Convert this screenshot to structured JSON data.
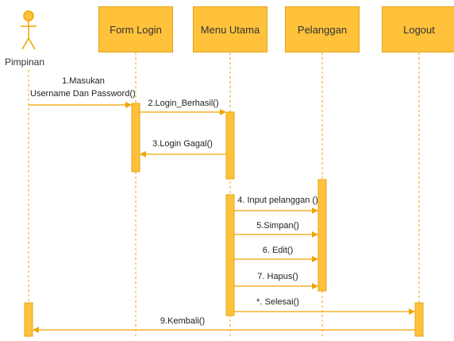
{
  "diagram": {
    "type": "sequence",
    "actor": {
      "name": "Pimpinan"
    },
    "lifelines": [
      {
        "name": "Form Login"
      },
      {
        "name": "Menu Utama"
      },
      {
        "name": "Pelanggan"
      },
      {
        "name": "Logout"
      }
    ],
    "messages": [
      {
        "line1": "1.Masukan",
        "line2": "Username Dan Password()",
        "from": "Pimpinan",
        "to": "Form Login"
      },
      {
        "label": "2.Login_Berhasil()",
        "from": "Form Login",
        "to": "Menu Utama"
      },
      {
        "label": "3.Login Gagal()",
        "from": "Menu Utama",
        "to": "Form Login"
      },
      {
        "label": "4. Input pelanggan ()",
        "from": "Menu Utama",
        "to": "Pelanggan"
      },
      {
        "label": "5.Simpan()",
        "from": "Menu Utama",
        "to": "Pelanggan"
      },
      {
        "label": "6. Edit()",
        "from": "Menu Utama",
        "to": "Pelanggan"
      },
      {
        "label": "7. Hapus()",
        "from": "Menu Utama",
        "to": "Pelanggan"
      },
      {
        "label": "*. Selesai()",
        "from": "Menu Utama",
        "to": "Logout"
      },
      {
        "label": "9.Kembali()",
        "from": "Logout",
        "to": "Pimpinan"
      }
    ],
    "colors": {
      "box_fill": "#ffc23a",
      "box_border": "#e3a417",
      "line": "#f0a500",
      "activation": "#ffc23a"
    }
  }
}
